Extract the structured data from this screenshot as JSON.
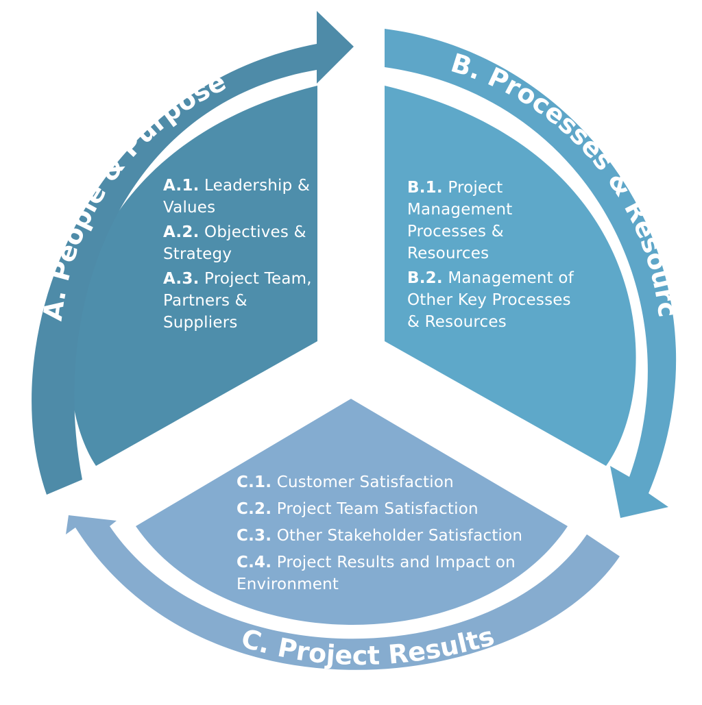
{
  "colors": {
    "arc_a": "#4e8ba8",
    "seg_a": "#4e8eab",
    "arc_b": "#5ea6c8",
    "seg_b": "#5ea8c9",
    "arc_c": "#86accf",
    "seg_c": "#84acd0",
    "text": "#ffffff"
  },
  "arcs": {
    "a_label": "A. People & Purpose",
    "b_label": "B. Processes & Resources",
    "c_label": "C. Project Results"
  },
  "segments": {
    "a": {
      "items": [
        {
          "code": "A.1.",
          "text": "Leadership & Values"
        },
        {
          "code": "A.2.",
          "text": "Objectives & Strategy"
        },
        {
          "code": "A.3.",
          "text": "Project Team, Partners & Suppliers"
        }
      ]
    },
    "b": {
      "items": [
        {
          "code": "B.1.",
          "text": "Project Management Processes & Resources"
        },
        {
          "code": "B.2.",
          "text": "Management of Other Key Processes & Resources"
        }
      ]
    },
    "c": {
      "items": [
        {
          "code": "C.1.",
          "text": "Customer Satisfaction"
        },
        {
          "code": "C.2.",
          "text": "Project Team Satisfaction"
        },
        {
          "code": "C.3.",
          "text": "Other Stakeholder Satisfaction"
        },
        {
          "code": "C.4.",
          "text": "Project Results and Impact on Environment"
        }
      ]
    }
  }
}
